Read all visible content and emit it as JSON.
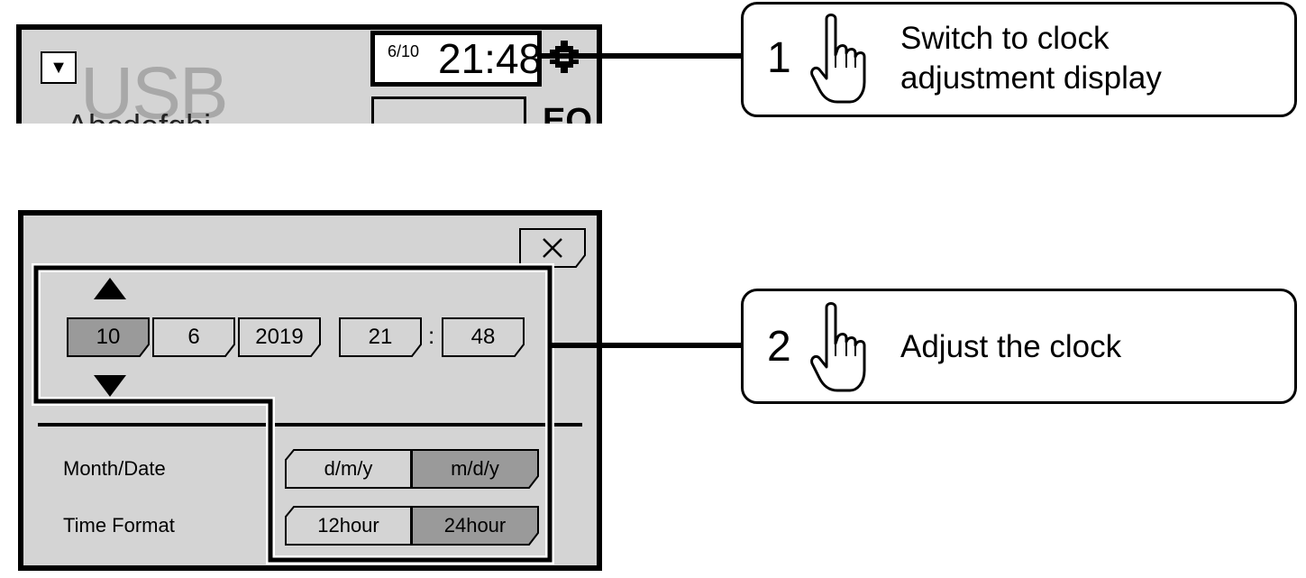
{
  "step1": {
    "number": "1",
    "instruction": "Switch to clock adjustment display",
    "screen": {
      "dropdown_icon": "▼",
      "source": "USB",
      "track_title": "Abcdefghi",
      "clock_date": "6/10",
      "clock_time": "21:48",
      "eq_label": "EQ"
    }
  },
  "step2": {
    "number": "2",
    "instruction": "Adjust the clock",
    "screen": {
      "close_icon": "✕",
      "fields": {
        "month": "10",
        "day": "6",
        "year": "2019",
        "hour": "21",
        "minute": "48"
      },
      "time_separator": ":",
      "month_date": {
        "label": "Month/Date",
        "options": [
          "d/m/y",
          "m/d/y"
        ],
        "selected": "m/d/y"
      },
      "time_format": {
        "label": "Time Format",
        "options": [
          "12hour",
          "24hour"
        ],
        "selected": "24hour"
      }
    }
  },
  "colors": {
    "screen_bg": "#d4d4d4",
    "selected_fill": "#9a9a9a",
    "button_fill": "#d4d4d4",
    "outline": "#000000",
    "highlight_outline": "#ffffff"
  },
  "icons": [
    "dropdown-arrow-icon",
    "settings-icon",
    "close-icon",
    "arrow-up-icon",
    "arrow-down-icon",
    "hand-pointer-icon"
  ]
}
